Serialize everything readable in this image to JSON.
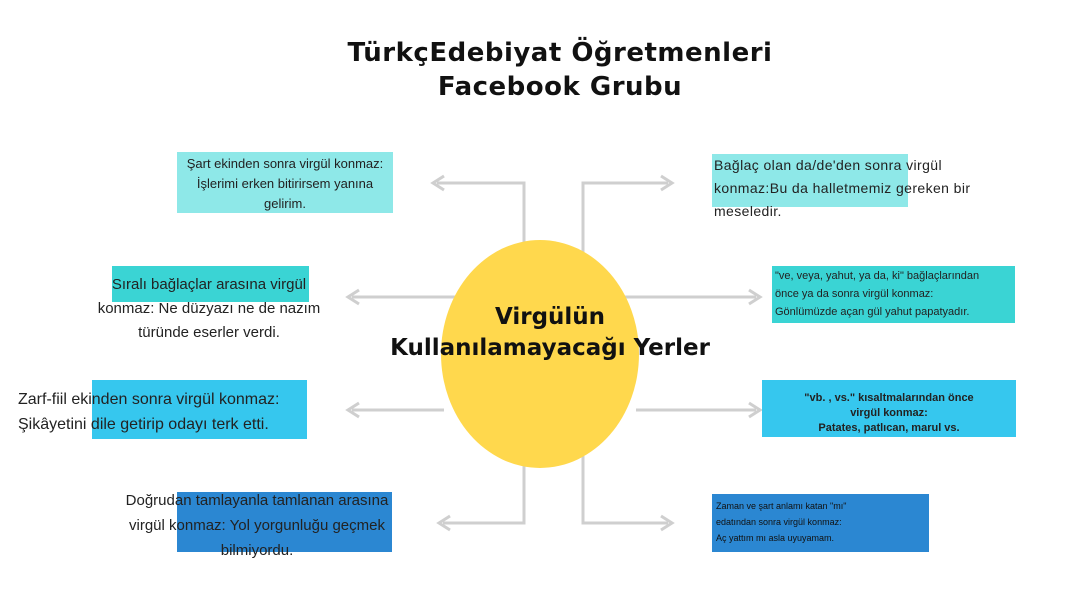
{
  "title": {
    "line1": "TürkçEdebiyat Öğretmenleri",
    "line2": "Facebook Grubu"
  },
  "center": {
    "line1": "Virgülün",
    "line2": "Kullanılamayacağı Yerler"
  },
  "colors": {
    "center_circle": "#ffd84d",
    "connector": "#cfcfcf",
    "box_light_cyan": "#8ee8e8",
    "box_teal": "#3ad4d4",
    "box_sky_blue": "#36c7ee",
    "box_blue": "#2b87d2"
  },
  "nodes": {
    "left_1": "Şart ekinden sonra virgül konmaz:\nİşlerimi erken bitirirsem yanına\ngelirim.",
    "left_2": "Sıralı bağlaçlar arasına virgül\nkonmaz: Ne düzyazı ne de nazım\ntüründe eserler verdi.",
    "left_3": "Zarf-fiil ekinden sonra virgül konmaz:\nŞikâyetini dile getirip odayı terk etti.",
    "left_4": "Doğrudan tamlayanla tamlanan arasına\nvirgül konmaz: Yol yorgunluğu geçmek\nbilmiyordu.",
    "right_1": "Bağlaç olan da/de'den sonra virgül\nkonmaz:Bu da halletmemiz gereken bir\nmeseledir.",
    "right_2": "\"ve, veya, yahut, ya da, ki\" bağlaçlarından\nönce ya da sonra virgül konmaz:\nGönlümüzde açan gül yahut papatyadır.",
    "right_3": "\"vb. , vs.\" kısaltmalarından önce\nvirgül konmaz:\nPatates, patlıcan, marul vs.",
    "right_4": "Zaman ve şart anlamı katan \"mı\"\nedatından sonra virgül konmaz:\nAç yattım mı asla uyuyamam."
  }
}
